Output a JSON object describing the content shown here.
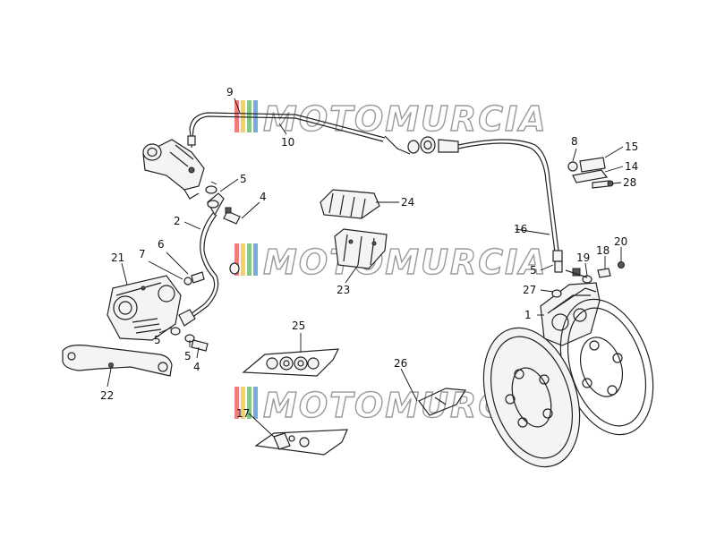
{
  "watermark": {
    "text": "MOTOMURCIA",
    "stroke_color": "#9a9a9a",
    "bar_colors": [
      "#e8514f",
      "#f2c230",
      "#5bb35a",
      "#4a8fd0"
    ]
  },
  "callouts": {
    "c1": "1",
    "c2": "2",
    "c4a": "4",
    "c4b": "4",
    "c5a": "5",
    "c5b": "5",
    "c5c": "5",
    "c5d": "5",
    "c6": "6",
    "c7": "7",
    "c8": "8",
    "c9": "9",
    "c10": "10",
    "c14": "14",
    "c15": "15",
    "c16": "16",
    "c17": "17",
    "c18": "18",
    "c19": "19",
    "c20": "20",
    "c21": "21",
    "c22": "22",
    "c23": "23",
    "c24": "24",
    "c25": "25",
    "c26": "26",
    "c27": "27",
    "c28": "28"
  }
}
